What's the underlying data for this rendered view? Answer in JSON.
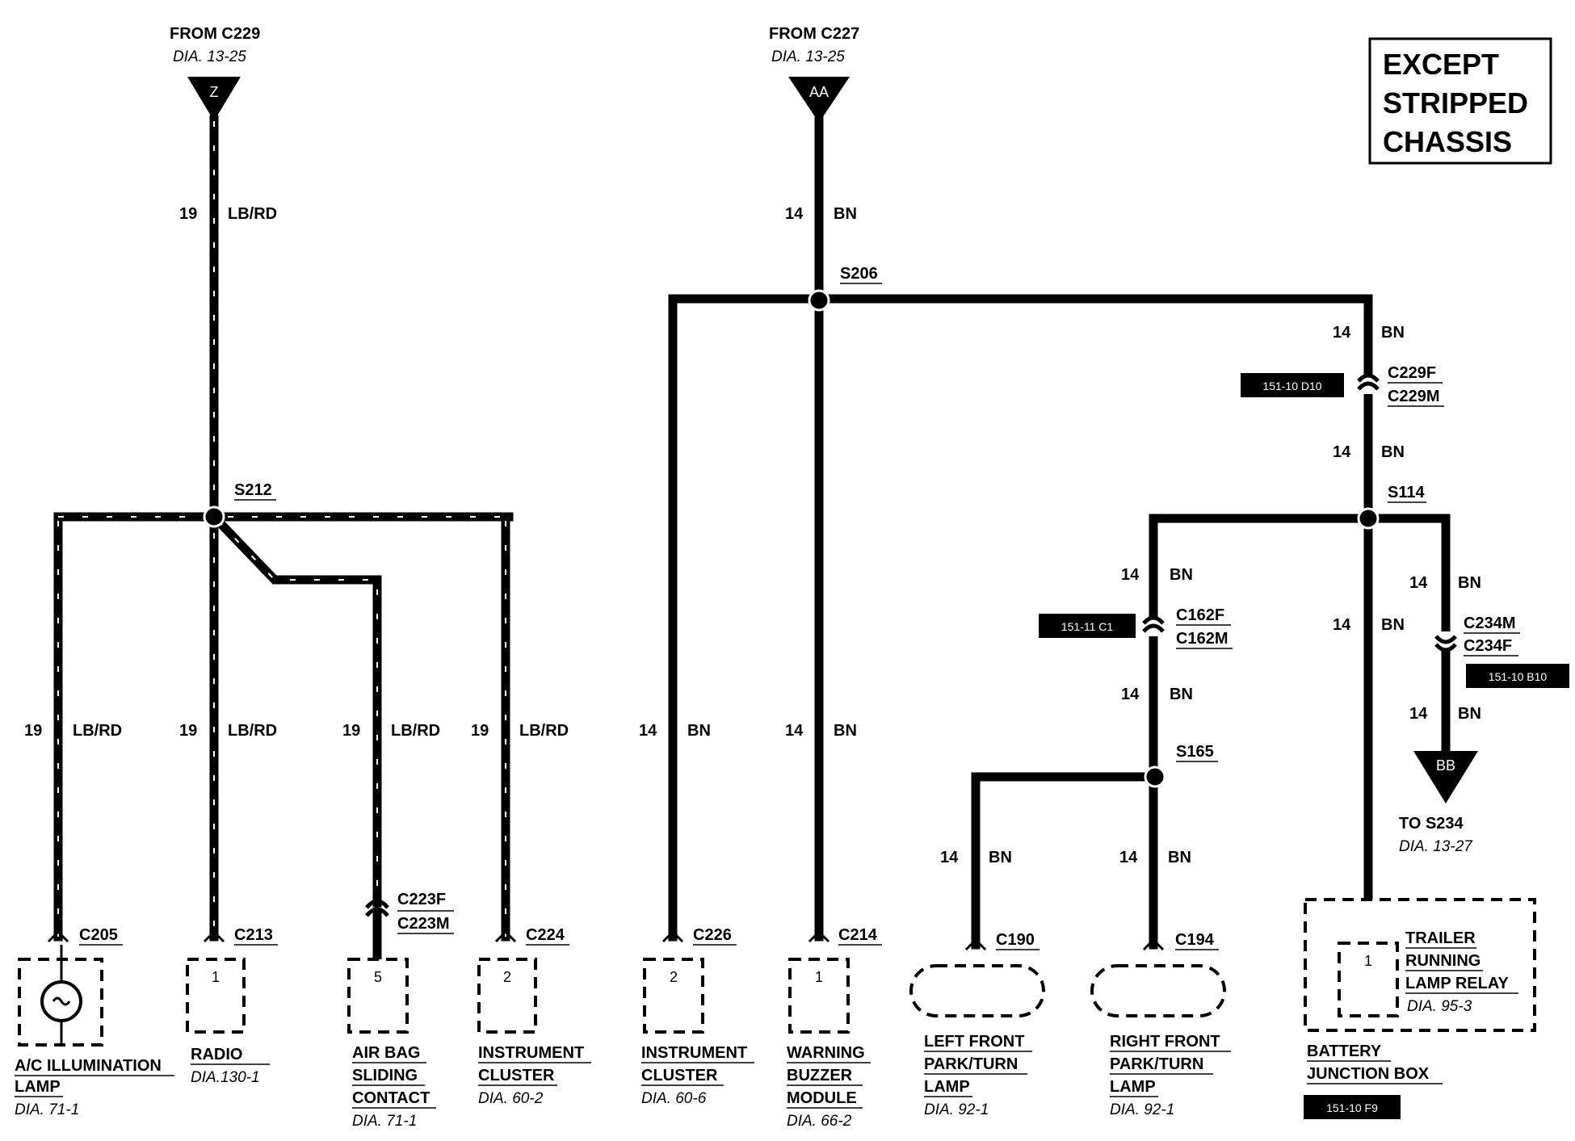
{
  "notice": {
    "line1": "EXCEPT",
    "line2": "STRIPPED",
    "line3": "CHASSIS"
  },
  "sources": {
    "z": {
      "from": "FROM C229",
      "dia": "DIA. 13-25",
      "marker": "Z"
    },
    "aa": {
      "from": "FROM C227",
      "dia": "DIA. 13-25",
      "marker": "AA"
    }
  },
  "wires": {
    "g19": "19",
    "lbrd": "LB/RD",
    "g14": "14",
    "bn": "BN"
  },
  "splices": {
    "s212": "S212",
    "s206": "S206",
    "s114": "S114",
    "s165": "S165"
  },
  "connectors": {
    "c205": "C205",
    "c213": "C213",
    "c223f": "C223F",
    "c223m": "C223M",
    "c224": "C224",
    "c226": "C226",
    "c214": "C214",
    "c229f": "C229F",
    "c229m": "C229M",
    "c162f": "C162F",
    "c162m": "C162M",
    "c234m": "C234M",
    "c234f": "C234F",
    "c190": "C190",
    "c194": "C194"
  },
  "refs": {
    "r1": "151-10 D10",
    "r2": "151-11 C1",
    "r3": "151-10 B10",
    "r4": "151-10 F9"
  },
  "to_s234": {
    "label": "TO S234",
    "dia": "DIA. 13-27",
    "marker": "BB"
  },
  "components": {
    "ac_lamp": {
      "line1": "A/C ILLUMINATION",
      "line2": "LAMP",
      "dia": "DIA. 71-1"
    },
    "radio": {
      "line1": "RADIO",
      "dia": "DIA.130-1",
      "pin": "1"
    },
    "airbag": {
      "line1": "AIR BAG",
      "line2": "SLIDING",
      "line3": "CONTACT",
      "dia": "DIA. 71-1",
      "pin": "5"
    },
    "cluster1": {
      "line1": "INSTRUMENT",
      "line2": "CLUSTER",
      "dia": "DIA. 60-2",
      "pin": "2"
    },
    "cluster2": {
      "line1": "INSTRUMENT",
      "line2": "CLUSTER",
      "dia": "DIA. 60-6",
      "pin": "2"
    },
    "buzzer": {
      "line1": "WARNING",
      "line2": "BUZZER",
      "line3": "MODULE",
      "dia": "DIA. 66-2",
      "pin": "1"
    },
    "lf_lamp": {
      "line1": "LEFT FRONT",
      "line2": "PARK/TURN",
      "line3": "LAMP",
      "dia": "DIA. 92-1"
    },
    "rf_lamp": {
      "line1": "RIGHT FRONT",
      "line2": "PARK/TURN",
      "line3": "LAMP",
      "dia": "DIA. 92-1"
    },
    "relay": {
      "line1": "TRAILER",
      "line2": "RUNNING",
      "line3": "LAMP RELAY",
      "dia": "DIA. 95-3",
      "pin": "1"
    },
    "bjb": {
      "line1": "BATTERY",
      "line2": "JUNCTION BOX"
    }
  }
}
